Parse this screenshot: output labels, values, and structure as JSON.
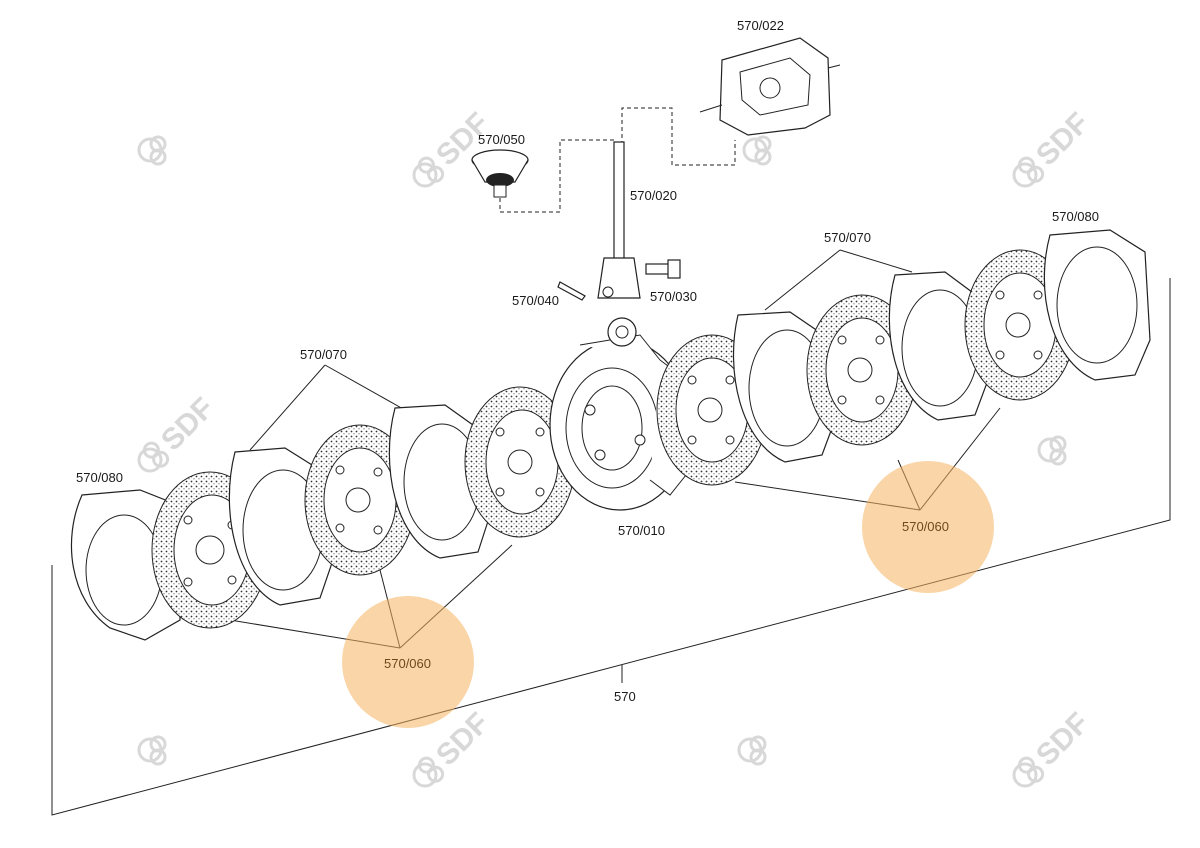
{
  "watermark": {
    "text": "SDF"
  },
  "highlight": {
    "color": "#f6b35f"
  },
  "labels": {
    "assembly": "570",
    "caliper": "570/022",
    "cap": "570/050",
    "rod": "570/020",
    "pin": "570/040",
    "bolt": "570/030",
    "actuator": "570/010",
    "spacer_left": "570/080",
    "spacer_right": "570/080",
    "plate_left": "570/070",
    "plate_right": "570/070",
    "disc_left": "570/060",
    "disc_right": "570/060"
  }
}
